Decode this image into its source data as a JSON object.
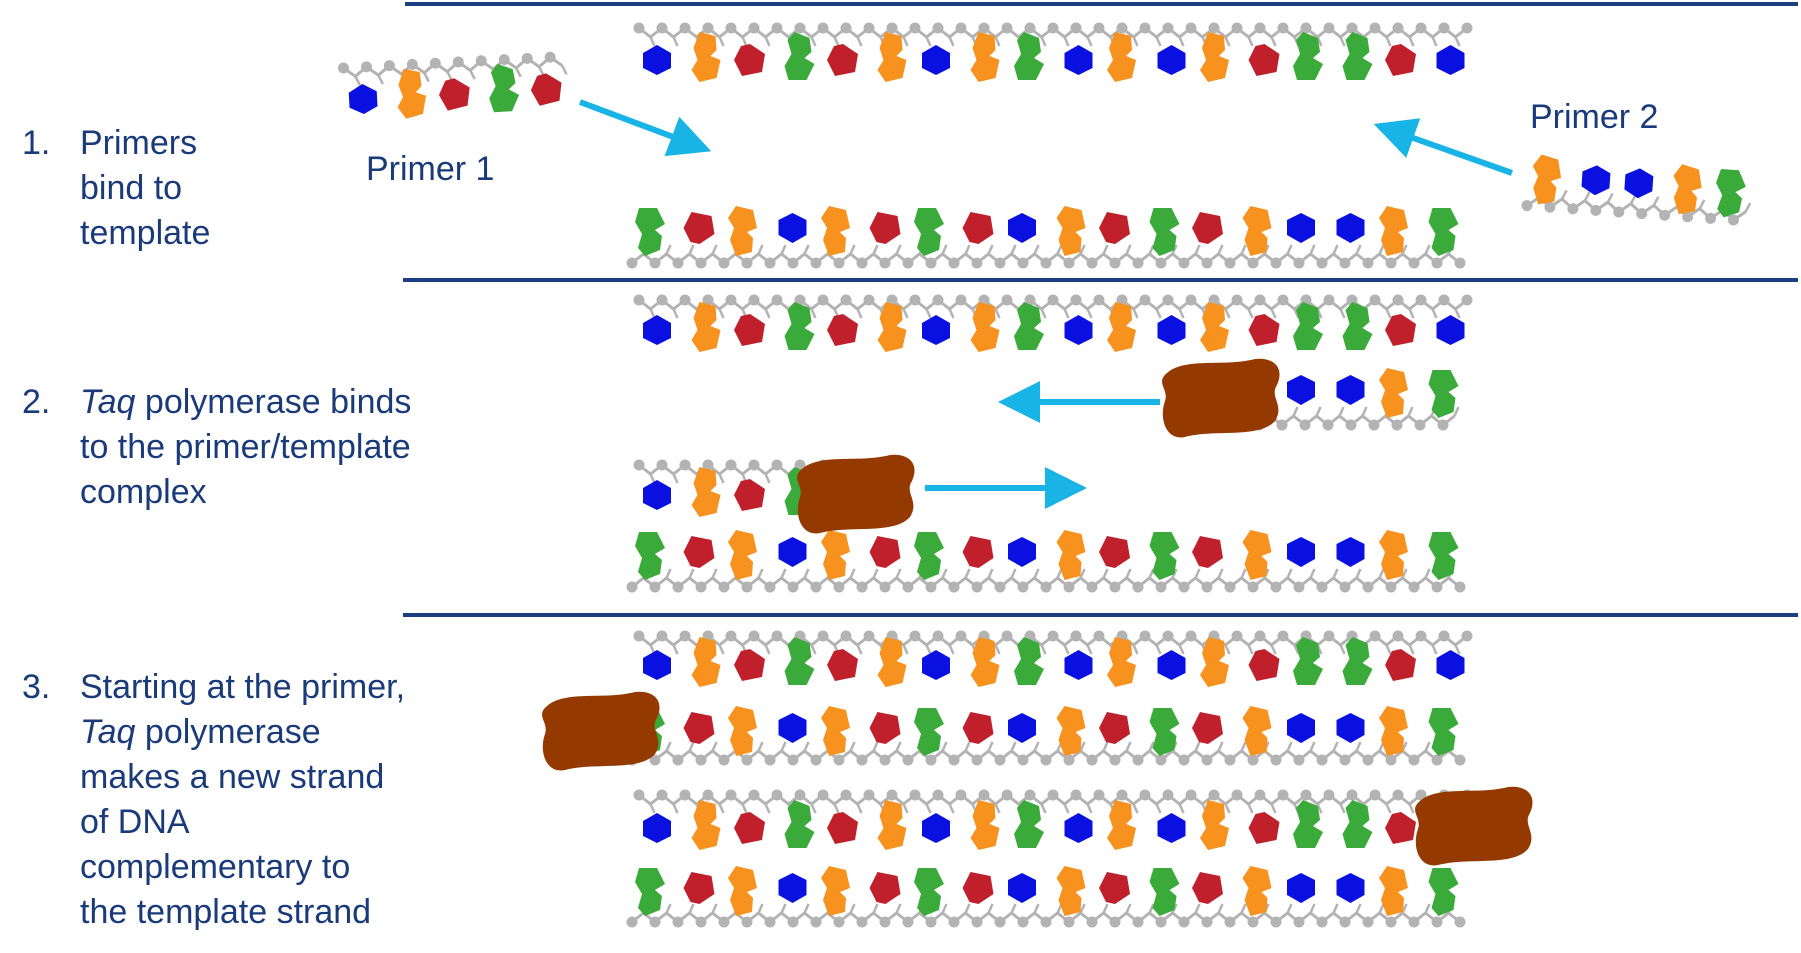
{
  "steps": [
    {
      "number": "1.",
      "lines": [
        "Primers",
        "bind to",
        "template"
      ]
    },
    {
      "number": "2.",
      "italic": "Taq",
      "lines_first_rest": " polymerase binds",
      "lines": [
        "to the primer/template",
        "complex"
      ]
    },
    {
      "number": "3.",
      "lines_first": "Starting at the primer,",
      "italic": "Taq",
      "lines_second_rest": " polymerase",
      "lines": [
        "makes a new strand",
        "of DNA",
        "complementary to",
        "the template strand"
      ]
    }
  ],
  "labels": {
    "primer1": "Primer 1",
    "primer2": "Primer 2"
  },
  "colors": {
    "divider": "#1b3f7f",
    "text": "#1a3a7a",
    "arrow": "#19b4e6",
    "polymerase": "#943a00",
    "backbone": "#b3b3b3",
    "base_blue": "#0a10e0",
    "base_red": "#c0202c",
    "base_orange": "#f7921e",
    "base_green": "#3aab3a"
  },
  "sequences": {
    "top_template": [
      "blue",
      "orange",
      "red",
      "green",
      "red",
      "orange",
      "blue",
      "orange",
      "green",
      "blue",
      "orange",
      "blue",
      "orange",
      "red",
      "green",
      "green",
      "red",
      "blue"
    ],
    "bottom_template": [
      "green",
      "red",
      "orange",
      "blue",
      "orange",
      "red",
      "green",
      "red",
      "blue",
      "orange",
      "red",
      "green",
      "red",
      "orange",
      "blue",
      "blue",
      "orange",
      "green"
    ],
    "primer1": [
      "blue",
      "orange",
      "red",
      "green",
      "red"
    ],
    "primer2": [
      "orange",
      "blue",
      "blue",
      "orange",
      "green"
    ]
  }
}
